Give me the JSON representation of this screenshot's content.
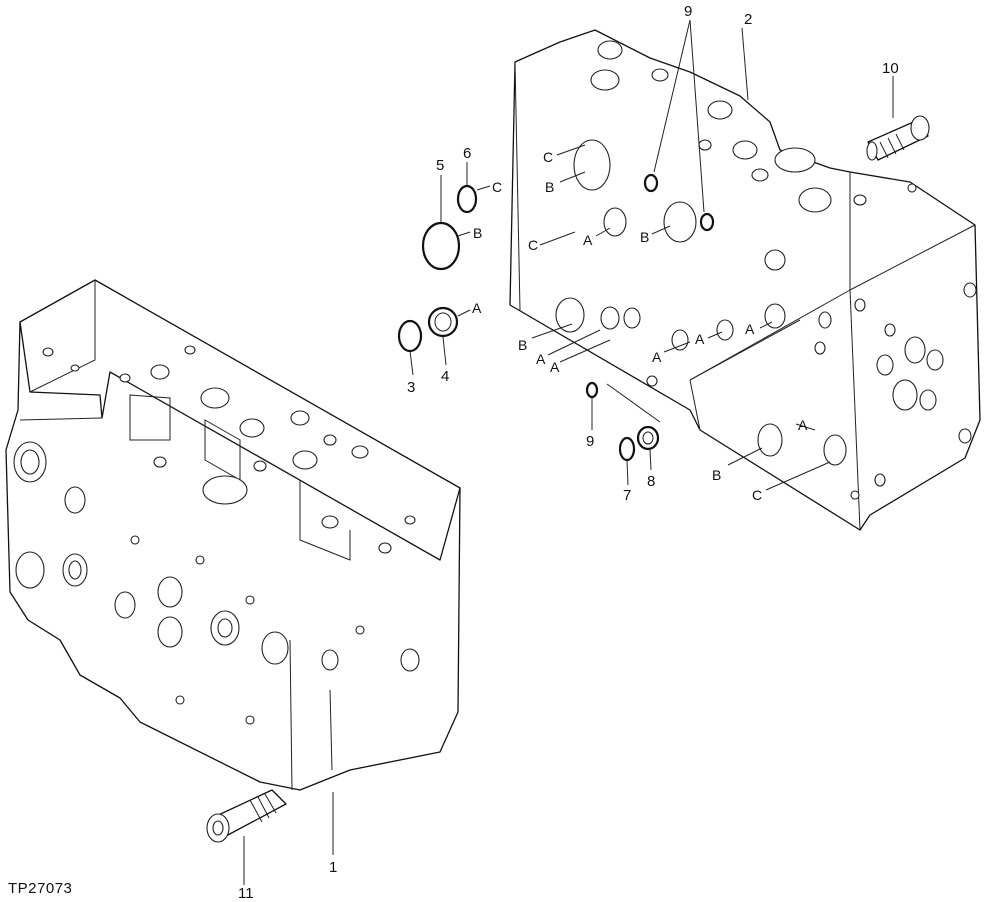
{
  "figure_id": "TP27073",
  "callouts": {
    "c1": "1",
    "c2": "2",
    "c3": "3",
    "c4": "4",
    "c5": "5",
    "c6": "6",
    "c7": "7",
    "c8": "8",
    "c9_top": "9",
    "c9_mid": "9",
    "c10": "10",
    "c11": "11"
  },
  "ports": {
    "A": "A",
    "B": "B",
    "C": "C"
  }
}
